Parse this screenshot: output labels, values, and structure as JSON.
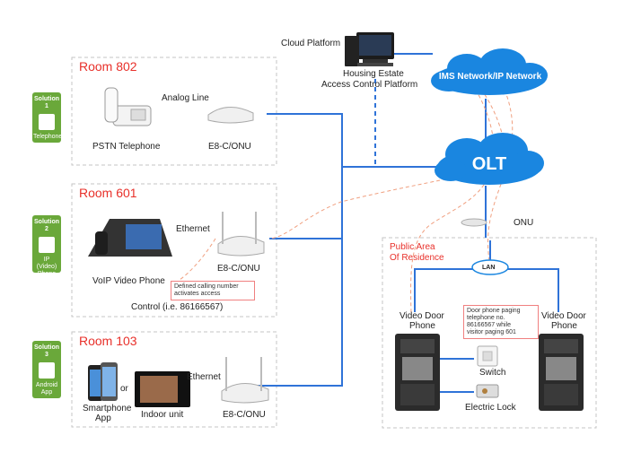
{
  "cloud_platform": "Cloud Platform",
  "housing_estate": [
    "Housing Estate",
    "Access Control Platform"
  ],
  "ims_network": "IMS Network/IP Network",
  "olt": "OLT",
  "onu": "ONU",
  "lan": "LAN",
  "public_area": [
    "Public Area",
    "Of Residence"
  ],
  "rooms": [
    {
      "title": "Room 802",
      "link_label": "Analog Line",
      "device_label": "PSTN Telephone",
      "onu_label": "E8-C/ONU"
    },
    {
      "title": "Room 601",
      "link_label": "Ethernet",
      "device_label": "VoIP Video Phone",
      "onu_label": "E8-C/ONU",
      "note": [
        "Defined calling number",
        "activates access"
      ],
      "control": "Control (i.e. 86166567)"
    },
    {
      "title": "Room 103",
      "link_label": "Ethernet",
      "smartphone_label": [
        "Smartphone",
        "App"
      ],
      "or": "or",
      "indoor_label": "Indoor unit",
      "onu_label": "E8-C/ONU"
    }
  ],
  "solutions": [
    {
      "head": "Solution 1",
      "foot": [
        "Telephone"
      ]
    },
    {
      "head": "Solution 2",
      "foot": [
        "IP (Video)",
        "Phone"
      ]
    },
    {
      "head": "Solution 3",
      "foot": [
        "Android",
        "App"
      ]
    }
  ],
  "door_phone_left": [
    "Video Door",
    "Phone"
  ],
  "door_phone_right": [
    "Video Door",
    "Phone"
  ],
  "paging_note": [
    "Door phone paging",
    "telephone no.",
    "86166567 while",
    "visitor paging 601"
  ],
  "switch": "Switch",
  "electric_lock": "Electric Lock",
  "colors": {
    "accent_red": "#e8302a",
    "link_blue": "#2f73d8",
    "cloud_blue": "#1a86e0",
    "solution_green": "#6aa83a"
  }
}
